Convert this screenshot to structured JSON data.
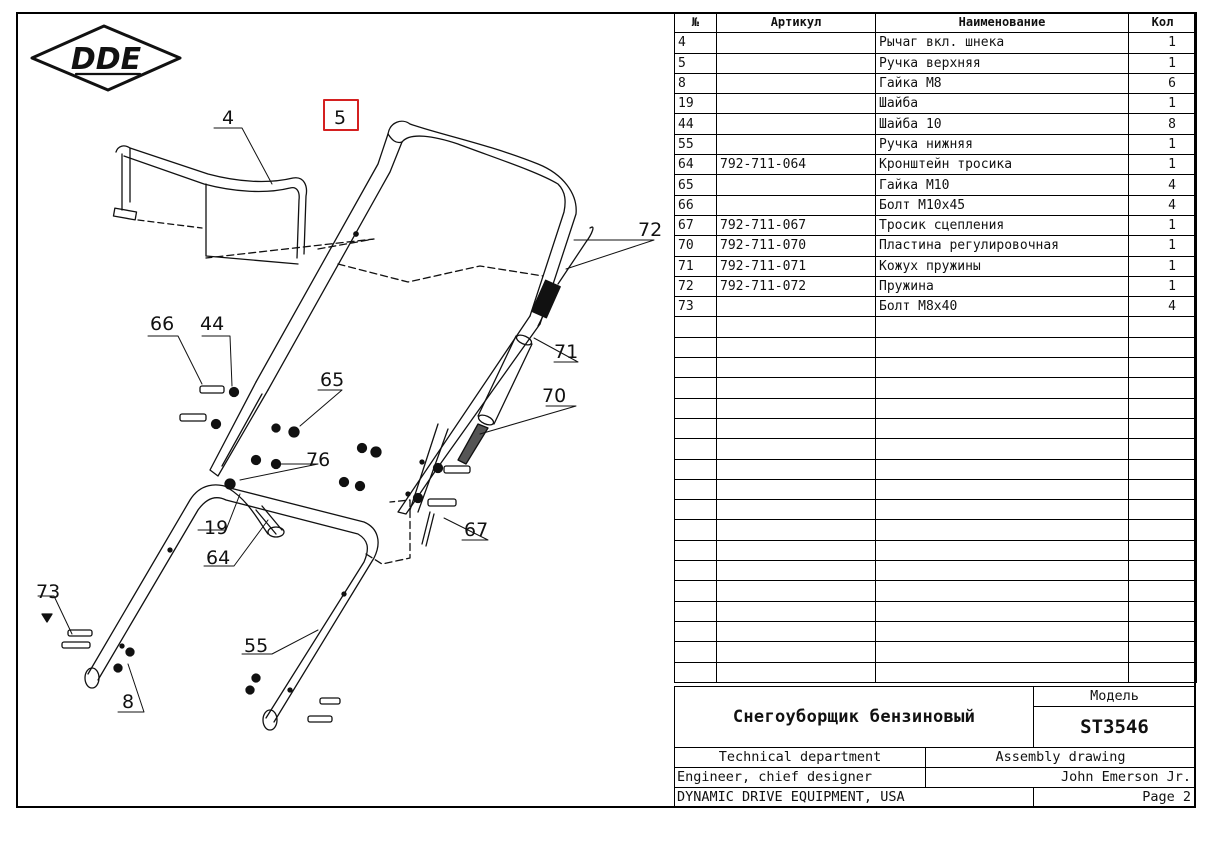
{
  "logo": {
    "text": "DDE"
  },
  "drawing": {
    "callouts": {
      "c4": "4",
      "c5": "5",
      "c72": "72",
      "c66": "66",
      "c44": "44",
      "c65": "65",
      "c71": "71",
      "c70": "70",
      "c76": "76",
      "c19": "19",
      "c64": "64",
      "c67": "67",
      "c73": "73",
      "c55": "55",
      "c8": "8"
    },
    "highlight": {
      "color": "#d42020"
    }
  },
  "table": {
    "headers": {
      "num": "№",
      "article": "Артикул",
      "name": "Наименование",
      "qty": "Кол"
    },
    "rows": [
      {
        "num": "4",
        "article": "",
        "name": "Рычаг вкл. шнека",
        "qty": "1"
      },
      {
        "num": "5",
        "article": "",
        "name": "Ручка верхняя",
        "qty": "1"
      },
      {
        "num": "8",
        "article": "",
        "name": "Гайка М8",
        "qty": "6"
      },
      {
        "num": "19",
        "article": "",
        "name": "Шайба",
        "qty": "1"
      },
      {
        "num": "44",
        "article": "",
        "name": "Шайба 10",
        "qty": "8"
      },
      {
        "num": "55",
        "article": "",
        "name": "Ручка нижняя",
        "qty": "1"
      },
      {
        "num": "64",
        "article": "792-711-064",
        "name": "Кронштейн тросика",
        "qty": "1"
      },
      {
        "num": "65",
        "article": "",
        "name": "Гайка М10",
        "qty": "4"
      },
      {
        "num": "66",
        "article": "",
        "name": "Болт М10х45",
        "qty": "4"
      },
      {
        "num": "67",
        "article": "792-711-067",
        "name": "Тросик сцепления",
        "qty": "1"
      },
      {
        "num": "70",
        "article": "792-711-070",
        "name": "Пластина регулировочная",
        "qty": "1"
      },
      {
        "num": "71",
        "article": "792-711-071",
        "name": "Кожух пружины",
        "qty": "1"
      },
      {
        "num": "72",
        "article": "792-711-072",
        "name": "Пружина",
        "qty": "1"
      },
      {
        "num": "73",
        "article": "",
        "name": "Болт М8х40",
        "qty": "4"
      }
    ]
  },
  "title_block": {
    "product": "Снегоуборщик бензиновый",
    "model_label": "Модель",
    "model": "ST3546",
    "department": "Technical department",
    "doc_type": "Assembly drawing",
    "role": "Engineer, chief designer",
    "person": "John Emerson Jr.",
    "company": "DYNAMIC DRIVE EQUIPMENT, USA",
    "page": "Page 2"
  }
}
